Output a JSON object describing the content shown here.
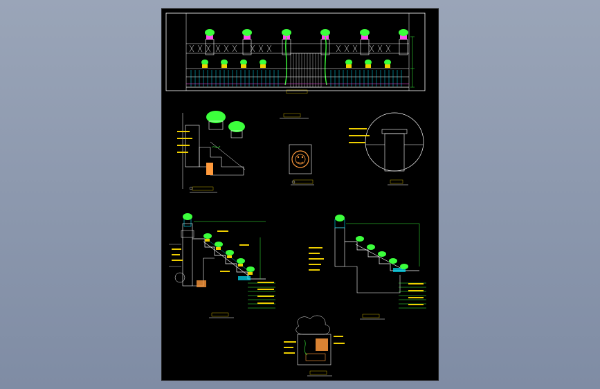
{
  "window": {
    "title": "",
    "background_color": "#8c98ad",
    "sheet_color": "#000000"
  },
  "colors": {
    "line_white": "#ffffff",
    "line_cyan": "#00e5ff",
    "plant_green": "#3cff3c",
    "annotation_yellow": "#f0d000",
    "pot_magenta": "#ff4df0",
    "brick_orange": "#ff9a3c",
    "dim_green": "#3cff3c",
    "blue": "#3a5bff"
  },
  "drawing": {
    "views": [
      {
        "id": "elevation",
        "caption": "",
        "icon": "facade-elevation"
      },
      {
        "id": "section-left-detail",
        "caption": "",
        "icon": "section-detail"
      },
      {
        "id": "lion-head-detail",
        "caption": "",
        "icon": "lion-head-relief"
      },
      {
        "id": "column-detail",
        "caption": "",
        "icon": "column-cap-circle"
      },
      {
        "id": "section-1-1",
        "caption": "",
        "icon": "stair-section"
      },
      {
        "id": "section-2-2",
        "caption": "",
        "icon": "stair-section"
      },
      {
        "id": "planter-detail",
        "caption": "",
        "icon": "planter-tree"
      }
    ]
  }
}
